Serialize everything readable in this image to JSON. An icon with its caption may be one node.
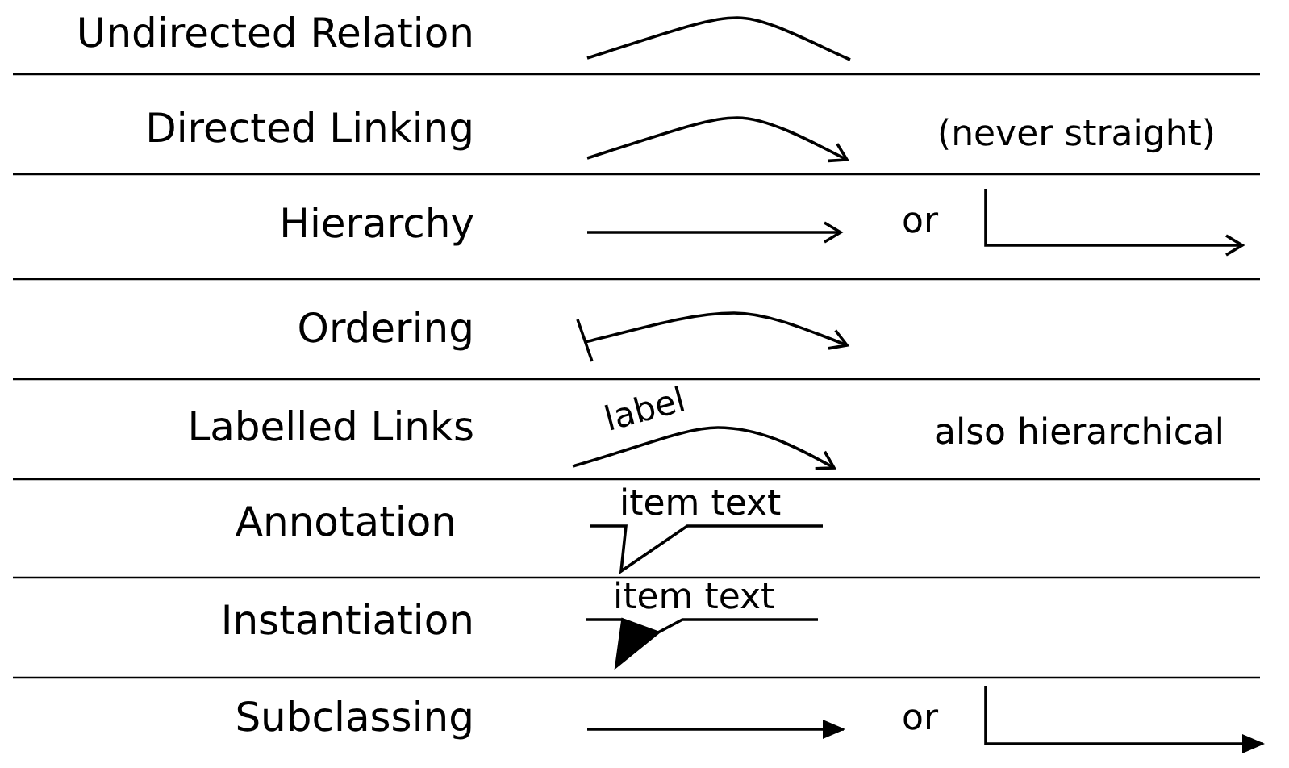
{
  "diagram": {
    "labels": [
      "Undirected Relation",
      "Directed Linking",
      "(never straight)",
      "Hierarchy",
      "or",
      "Ordering",
      "Labelled Links",
      "label",
      "also hierarchical",
      "Annotation",
      "item text",
      "Instantiation",
      "item text",
      "Subclassing",
      "or"
    ]
  }
}
